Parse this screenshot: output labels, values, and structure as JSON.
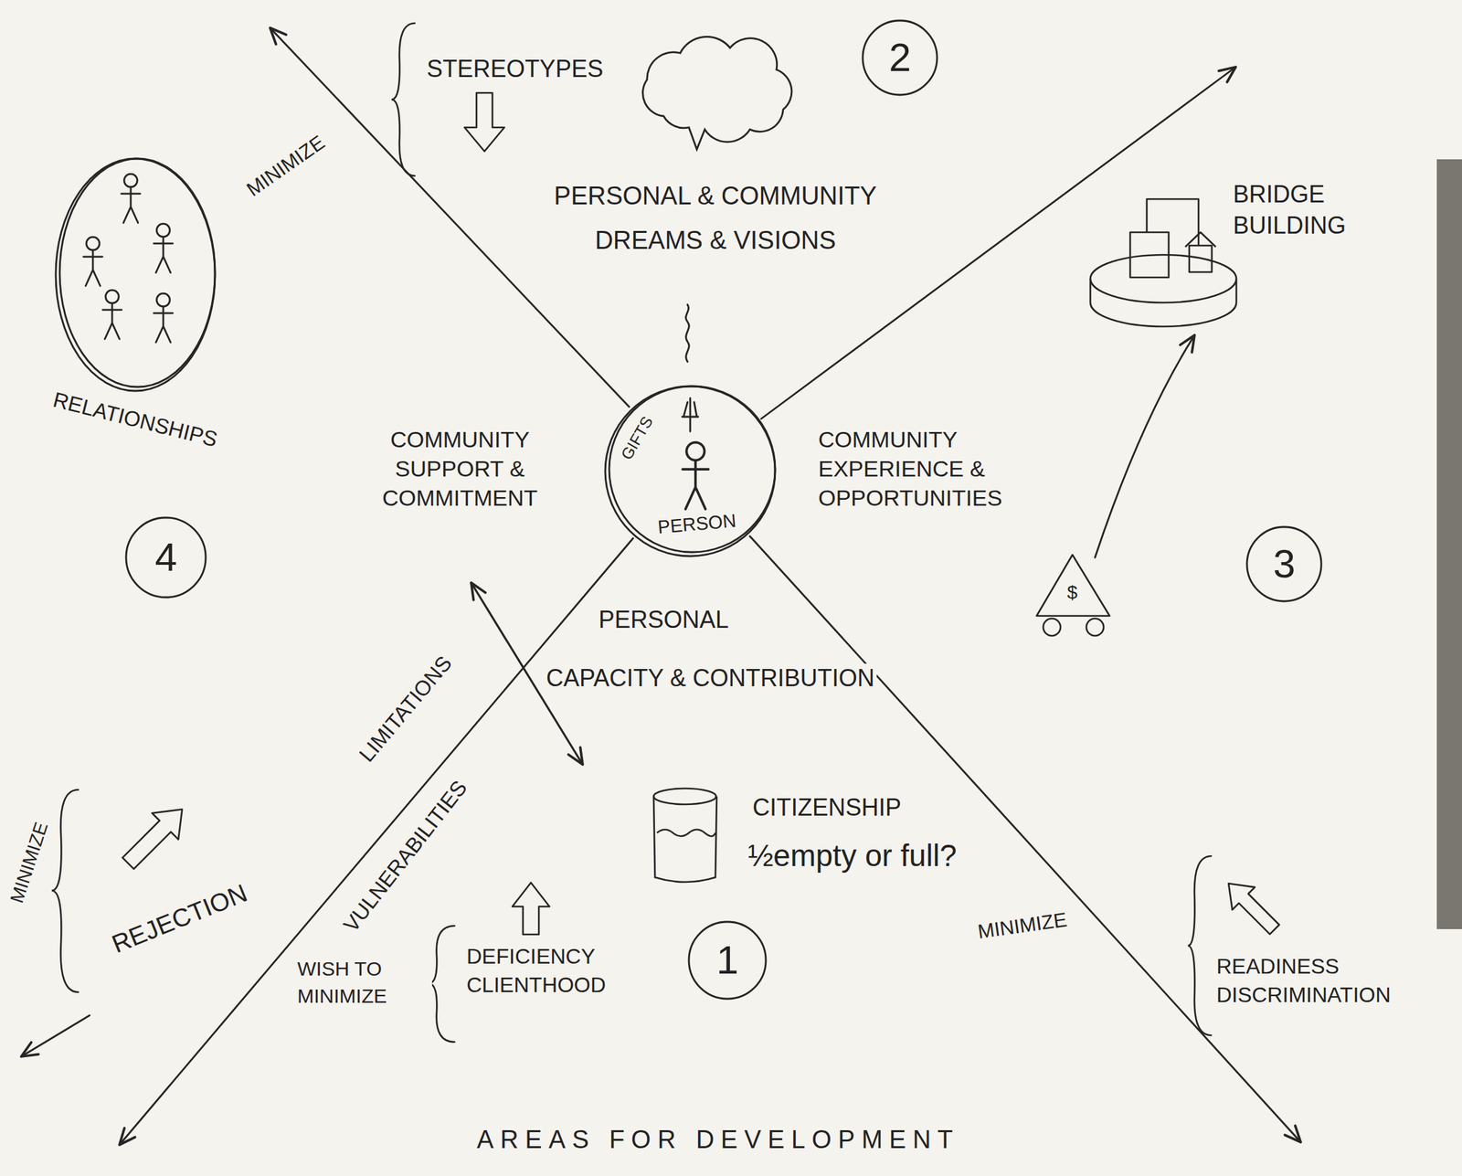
{
  "diagram": {
    "nodes": [
      {
        "text": [
          "RELATIONSHIPS"
        ]
      },
      {
        "text": [
          "GIFTS",
          "PERSON"
        ]
      }
    ],
    "labels": [
      "STEREOTYPES",
      "MINIMIZE",
      "2",
      "PERSONAL & COMMUNITY DREAMS & VISIONS",
      "BRIDGE BUILDING",
      "COMMUNITY SUPPORT & COMMITMENT",
      "COMMUNITY EXPERIENCE & OPPORTUNITIES",
      "4",
      "$",
      "3",
      "PERSONAL",
      "LIMITATIONS",
      "CAPACITY & CONTRIBUTION",
      "CITIZENSHIP",
      "½empty or full?",
      "MINIMIZE",
      "REJECTION",
      "VULNERABILITIES",
      "WISH TO MINIMIZE",
      "DEFICIENCY CLIENTHOOD",
      "1",
      "MINIMIZE",
      "READINESS DISCRIMINATION",
      "AREAS FOR DEVELOPMENT"
    ]
  }
}
